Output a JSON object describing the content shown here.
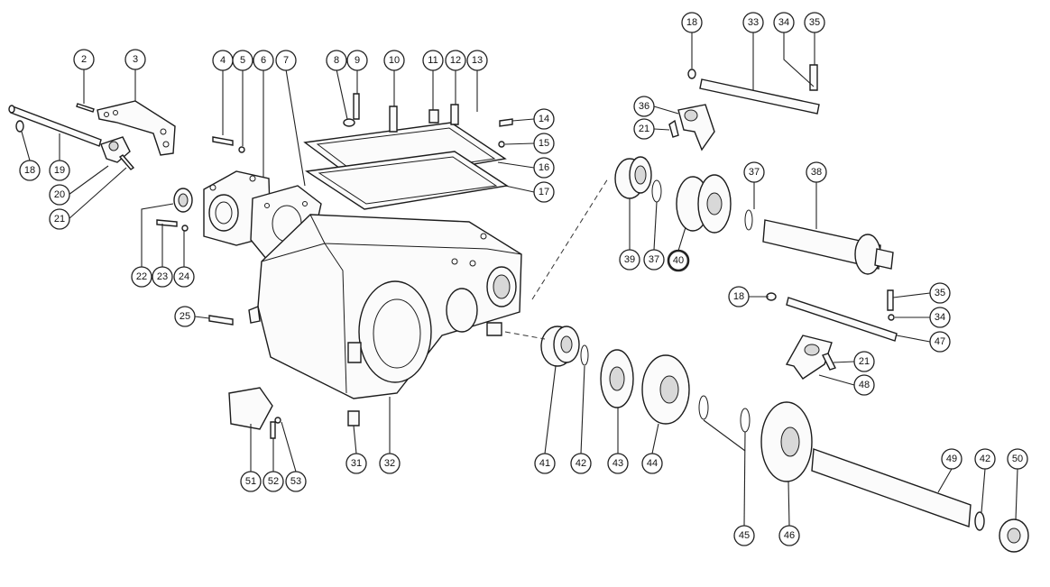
{
  "highlight": {
    "part": "40",
    "color": "#e0141e"
  },
  "callouts": [
    {
      "id": "c2",
      "label": "2"
    },
    {
      "id": "c3",
      "label": "3"
    },
    {
      "id": "c4",
      "label": "4"
    },
    {
      "id": "c5",
      "label": "5"
    },
    {
      "id": "c6",
      "label": "6"
    },
    {
      "id": "c7",
      "label": "7"
    },
    {
      "id": "c8",
      "label": "8"
    },
    {
      "id": "c9",
      "label": "9"
    },
    {
      "id": "c10",
      "label": "10"
    },
    {
      "id": "c11",
      "label": "11"
    },
    {
      "id": "c12",
      "label": "12"
    },
    {
      "id": "c13",
      "label": "13"
    },
    {
      "id": "c14",
      "label": "14"
    },
    {
      "id": "c15",
      "label": "15"
    },
    {
      "id": "c16",
      "label": "16"
    },
    {
      "id": "c17",
      "label": "17"
    },
    {
      "id": "c18a",
      "label": "18"
    },
    {
      "id": "c19",
      "label": "19"
    },
    {
      "id": "c20",
      "label": "20"
    },
    {
      "id": "c21a",
      "label": "21"
    },
    {
      "id": "c22",
      "label": "22"
    },
    {
      "id": "c23",
      "label": "23"
    },
    {
      "id": "c24",
      "label": "24"
    },
    {
      "id": "c25",
      "label": "25"
    },
    {
      "id": "c31",
      "label": "31"
    },
    {
      "id": "c32",
      "label": "32"
    },
    {
      "id": "c51",
      "label": "51"
    },
    {
      "id": "c52",
      "label": "52"
    },
    {
      "id": "c53",
      "label": "53"
    },
    {
      "id": "c18b",
      "label": "18"
    },
    {
      "id": "c33",
      "label": "33"
    },
    {
      "id": "c34a",
      "label": "34"
    },
    {
      "id": "c35a",
      "label": "35"
    },
    {
      "id": "c36",
      "label": "36"
    },
    {
      "id": "c21b",
      "label": "21"
    },
    {
      "id": "c37a",
      "label": "37"
    },
    {
      "id": "c38",
      "label": "38"
    },
    {
      "id": "c39",
      "label": "39"
    },
    {
      "id": "c37b",
      "label": "37"
    },
    {
      "id": "c40",
      "label": "40"
    },
    {
      "id": "c18c",
      "label": "18"
    },
    {
      "id": "c35b",
      "label": "35"
    },
    {
      "id": "c34b",
      "label": "34"
    },
    {
      "id": "c47",
      "label": "47"
    },
    {
      "id": "c21c",
      "label": "21"
    },
    {
      "id": "c48",
      "label": "48"
    },
    {
      "id": "c41",
      "label": "41"
    },
    {
      "id": "c42a",
      "label": "42"
    },
    {
      "id": "c43",
      "label": "43"
    },
    {
      "id": "c44",
      "label": "44"
    },
    {
      "id": "c45",
      "label": "45"
    },
    {
      "id": "c46",
      "label": "46"
    },
    {
      "id": "c49",
      "label": "49"
    },
    {
      "id": "c42b",
      "label": "42"
    },
    {
      "id": "c50",
      "label": "50"
    }
  ]
}
